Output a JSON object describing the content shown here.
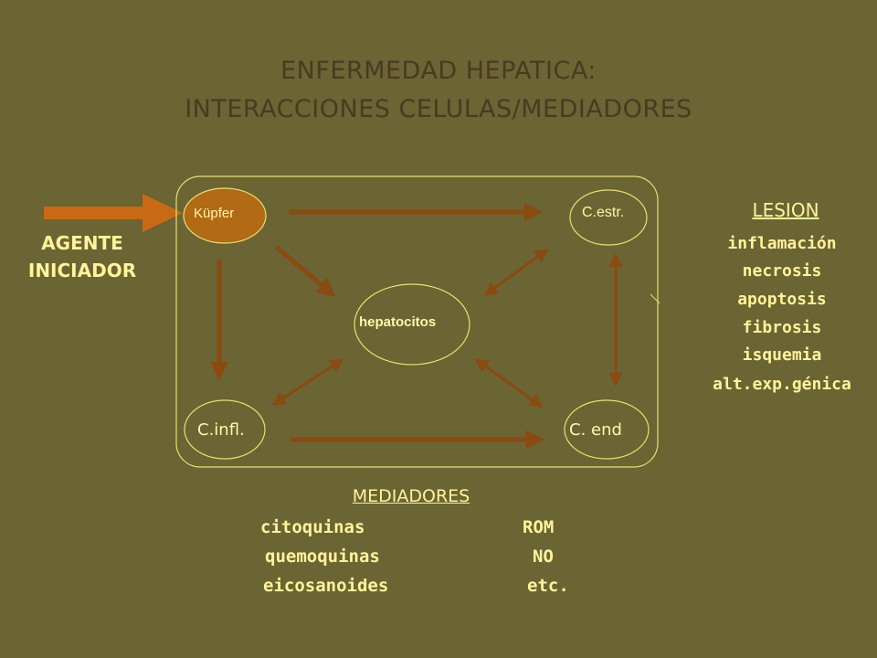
{
  "title": {
    "line1": "ENFERMEDAD HEPATICA:",
    "line2": "INTERACCIONES CELULAS/MEDIADORES"
  },
  "agent": {
    "line1": "AGENTE",
    "line2": "INICIADOR"
  },
  "nodes": {
    "kupfer": "Küpfer",
    "estr": "C.estr.",
    "hepatocitos": "hepatocitos",
    "infl": "C.infl.",
    "end": "C. end"
  },
  "lesion": {
    "heading": "LESION",
    "items": [
      "inflamación",
      "necrosis",
      "apoptosis",
      "fibrosis",
      "isquemia",
      "alt.exp.génica"
    ]
  },
  "mediadores": {
    "heading": "MEDIADORES",
    "left": [
      "citoquinas",
      "quemoquinas",
      "eicosanoides"
    ],
    "right": [
      "ROM",
      "NO",
      "etc."
    ]
  },
  "colors": {
    "background": "#6b6433",
    "title": "#4a3a22",
    "text": "#fff49a",
    "box": "#e8e070",
    "arrow": "#8a4a10",
    "kupfer_fill": "#b26a14",
    "agent_arrow": "#c86a14"
  }
}
